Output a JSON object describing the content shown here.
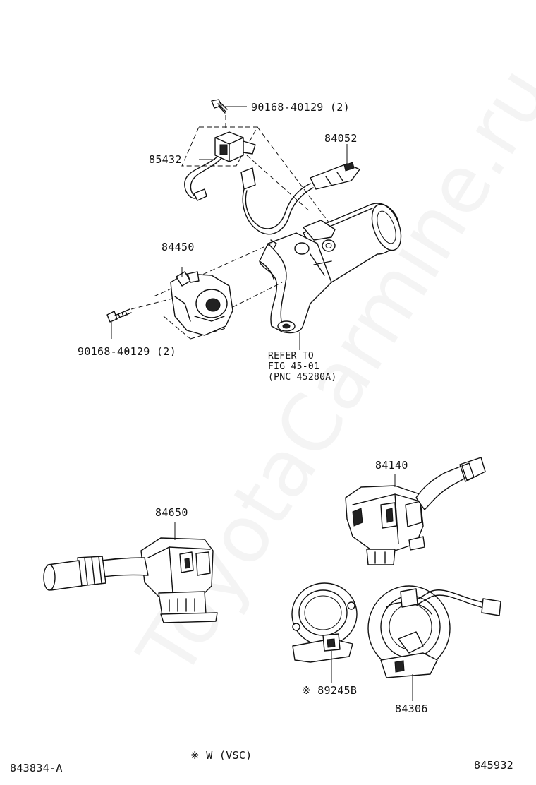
{
  "watermark": "ToyotaCarmine.ru",
  "labels": {
    "bolt_top": "90168-40129 (2)",
    "part_85432": "85432",
    "part_84052": "84052",
    "part_84450": "84450",
    "bolt_bottom": "90168-40129 (2)",
    "refer_line1": "REFER TO",
    "refer_line2": "FIG 45-01",
    "refer_line3": "(PNC 45280A)",
    "part_84140": "84140",
    "part_84650": "84650",
    "part_89245b": "※ 89245B",
    "part_84306": "84306",
    "note_vsc": "※ W (VSC)",
    "code_left": "843834-A",
    "code_right": "845932"
  }
}
